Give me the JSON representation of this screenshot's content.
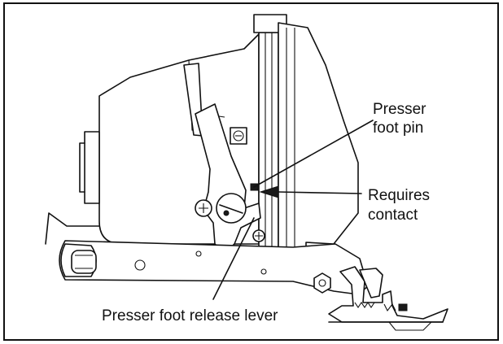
{
  "labels": {
    "presser_foot_pin_line1": "Presser",
    "presser_foot_pin_line2": "foot pin",
    "requires_contact_line1": "Requires",
    "requires_contact_line2": "contact",
    "presser_foot_release_lever": "Presser foot release lever"
  }
}
